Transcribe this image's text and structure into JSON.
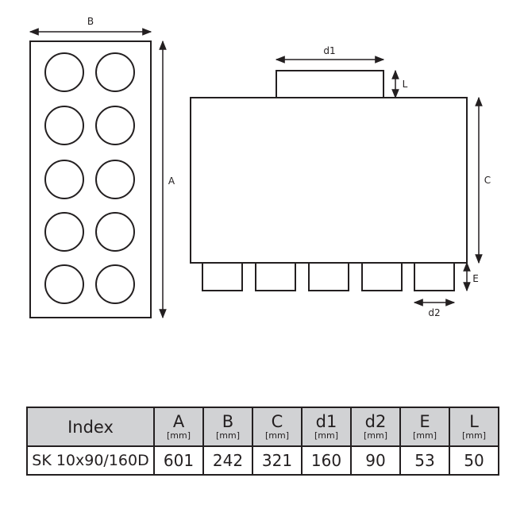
{
  "dimension_labels": {
    "A": "A",
    "B": "B",
    "C": "C",
    "d1": "d1",
    "d2": "d2",
    "E": "E",
    "L": "L"
  },
  "table": {
    "headers": [
      {
        "label": "Index",
        "unit": ""
      },
      {
        "label": "A",
        "unit": "[mm]"
      },
      {
        "label": "B",
        "unit": "[mm]"
      },
      {
        "label": "C",
        "unit": "[mm]"
      },
      {
        "label": "d1",
        "unit": "[mm]"
      },
      {
        "label": "d2",
        "unit": "[mm]"
      },
      {
        "label": "E",
        "unit": "[mm]"
      },
      {
        "label": "L",
        "unit": "[mm]"
      }
    ],
    "rows": [
      [
        "SK 10x90/160D",
        "601",
        "242",
        "321",
        "160",
        "90",
        "53",
        "50"
      ]
    ]
  },
  "colors": {
    "line": "#231f20",
    "header_fill": "#d1d2d4"
  }
}
